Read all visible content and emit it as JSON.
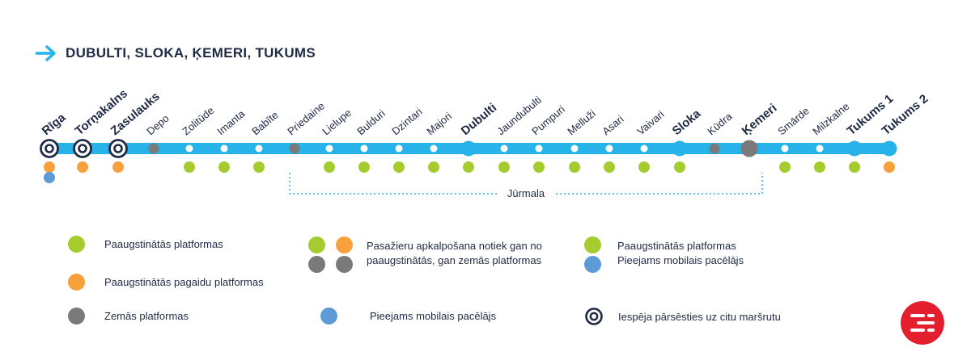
{
  "header": {
    "title": "DUBULTI, SLOKA, ĶEMERI, TUKUMS",
    "arrow_icon": "arrow-right-icon"
  },
  "colors": {
    "line": "#27b2ea",
    "high_platform": "#a5cc2f",
    "high_train_platform": "#f7a03c",
    "low_platform": "#7a7a7a",
    "lift": "#5d9ad8",
    "transfer": "#1f2a44",
    "text": "#1f2a44",
    "zone": "#27b2ea",
    "logo": "#e31e2d"
  },
  "stations": [
    {
      "name": "Rīga",
      "bold": true,
      "node": "transfer",
      "platforms": [
        "orange",
        "blue"
      ]
    },
    {
      "name": "Torņakalns",
      "bold": true,
      "node": "transfer",
      "platforms": [
        "orange"
      ]
    },
    {
      "name": "Zasulauks",
      "bold": true,
      "node": "transfer",
      "platforms": [
        "orange"
      ]
    },
    {
      "name": "Depo",
      "bold": false,
      "node": "gray-small",
      "platforms": []
    },
    {
      "name": "Zolitūde",
      "bold": false,
      "node": "white",
      "platforms": [
        "green"
      ]
    },
    {
      "name": "Imanta",
      "bold": false,
      "node": "white",
      "platforms": [
        "green"
      ]
    },
    {
      "name": "Babīte",
      "bold": false,
      "node": "white",
      "platforms": [
        "green"
      ]
    },
    {
      "name": "Priedaine",
      "bold": false,
      "node": "gray-small",
      "platforms": []
    },
    {
      "name": "Lielupe",
      "bold": false,
      "node": "white",
      "platforms": [
        "green"
      ]
    },
    {
      "name": "Bulduri",
      "bold": false,
      "node": "white",
      "platforms": [
        "green"
      ]
    },
    {
      "name": "Dzintari",
      "bold": false,
      "node": "white",
      "platforms": [
        "green"
      ]
    },
    {
      "name": "Majori",
      "bold": false,
      "node": "white",
      "platforms": [
        "green"
      ]
    },
    {
      "name": "Dubulti",
      "bold": true,
      "node": "blue-big",
      "platforms": [
        "green"
      ]
    },
    {
      "name": "Jaundubulti",
      "bold": false,
      "node": "white",
      "platforms": [
        "green"
      ]
    },
    {
      "name": "Pumpuri",
      "bold": false,
      "node": "white",
      "platforms": [
        "green"
      ]
    },
    {
      "name": "Melluži",
      "bold": false,
      "node": "white",
      "platforms": [
        "green"
      ]
    },
    {
      "name": "Asari",
      "bold": false,
      "node": "white",
      "platforms": [
        "green"
      ]
    },
    {
      "name": "Vaivari",
      "bold": false,
      "node": "white",
      "platforms": [
        "green"
      ]
    },
    {
      "name": "Sloka",
      "bold": true,
      "node": "blue-big",
      "platforms": [
        "green"
      ]
    },
    {
      "name": "Kūdra",
      "bold": false,
      "node": "gray-small",
      "platforms": []
    },
    {
      "name": "Ķemeri",
      "bold": true,
      "node": "gray-big",
      "platforms": []
    },
    {
      "name": "Smārde",
      "bold": false,
      "node": "white",
      "platforms": [
        "green"
      ]
    },
    {
      "name": "Milzkalne",
      "bold": false,
      "node": "white",
      "platforms": [
        "green"
      ]
    },
    {
      "name": "Tukums 1",
      "bold": true,
      "node": "blue-big",
      "platforms": [
        "green"
      ]
    },
    {
      "name": "Tukums 2",
      "bold": true,
      "node": "blue-big",
      "platforms": [
        "orange"
      ]
    }
  ],
  "zone": {
    "label": "Jūrmala",
    "from_station": "Priedaine",
    "to_station": "Ķemeri"
  },
  "legend": {
    "high_platforms": "Paaugstinātās platformas",
    "high_train_platforms": "Paaugstinātās pagaidu platformas",
    "low_platforms": "Zemās platformas",
    "mixed_line1": "Pasažieru apkalpošana notiek gan no",
    "mixed_line2": "paaugstinātās, gan zemās platformas",
    "lift_only": "Pieejams mobilais pacēlājs",
    "high_with_lift_line1": "Paaugstinātās platformas",
    "high_with_lift_line2": "Pieejams mobilais pacēlājs",
    "transfer": "Iespēja pārsēsties uz citu maršrutu"
  },
  "logo_icon": "railway-logo-icon"
}
